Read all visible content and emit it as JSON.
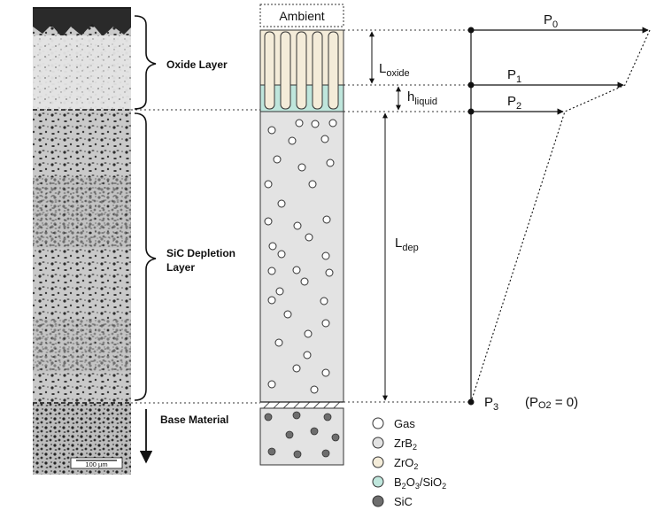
{
  "micrograph": {
    "scale_bar": "100 µm"
  },
  "labels": {
    "oxide_layer": "Oxide Layer",
    "sic_depletion_line1": "SiC Depletion",
    "sic_depletion_line2": "Layer",
    "base_material": "Base Material",
    "ambient": "Ambient"
  },
  "dimensions": {
    "l_oxide": {
      "main": "L",
      "sub": "oxide"
    },
    "h_liquid": {
      "main": "h",
      "sub": "liquid"
    },
    "l_dep": {
      "main": "L",
      "sub": "dep"
    }
  },
  "pressures": {
    "p0": {
      "main": "P",
      "sub": "0"
    },
    "p1": {
      "main": "P",
      "sub": "1"
    },
    "p2": {
      "main": "P",
      "sub": "2"
    },
    "p3": {
      "main": "P",
      "sub": "3"
    },
    "p3_note_open": "(P",
    "p3_note_sub": "O2",
    "p3_note_close": " = 0)"
  },
  "legend": {
    "gas": "Gas",
    "zrb2": {
      "main": "ZrB",
      "sub": "2"
    },
    "zro2": {
      "main": "ZrO",
      "sub": "2"
    },
    "b2o3_sio2": {
      "p1": "B",
      "s1": "2",
      "p2": "O",
      "s2": "3",
      "p3": "/SiO",
      "s3": "2"
    },
    "sic": "SiC"
  },
  "colors": {
    "zrb2": "#e3e3e3",
    "zro2": "#f4ecd9",
    "liquid": "#bfe6dc",
    "sic": "#6e6e6e",
    "gas": "#ffffff"
  }
}
